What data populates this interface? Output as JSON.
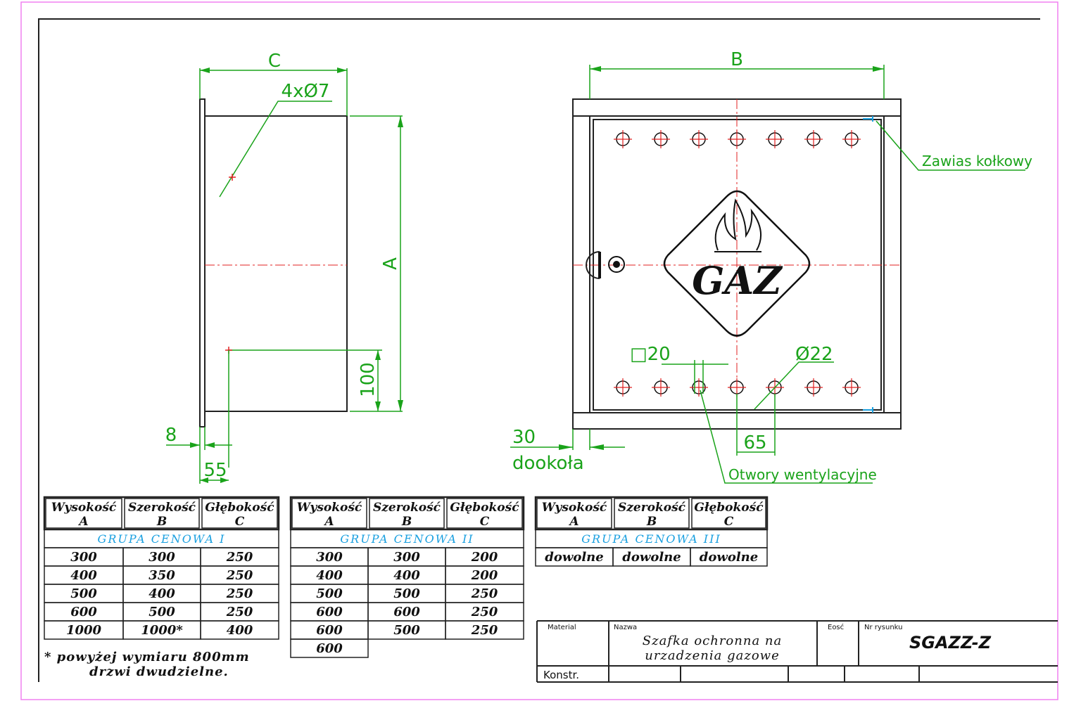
{
  "drawing": {
    "dim_c": "C",
    "holes_note": "4xØ7",
    "dim_a": "A",
    "dim_100": "100",
    "dim_8": "8",
    "dim_55": "55",
    "dim_b": "B",
    "hinge_label": "Zawias kołkowy",
    "square_20": "□20",
    "diameter_22": "Ø22",
    "dim_30": "30",
    "around_label": "dookoła",
    "dim_65": "65",
    "vents_label": "Otwory wentylacyjne",
    "gaz_logo": "GAZ"
  },
  "tables": [
    {
      "headers": [
        [
          "Wysokość",
          "A"
        ],
        [
          "Szerokość",
          "B"
        ],
        [
          "Głębokość",
          "C"
        ]
      ],
      "group": "GRUPA CENOWA I",
      "rows": [
        [
          "300",
          "300",
          "250"
        ],
        [
          "400",
          "350",
          "250"
        ],
        [
          "500",
          "400",
          "250"
        ],
        [
          "600",
          "500",
          "250"
        ],
        [
          "1000",
          "1000*",
          "400"
        ]
      ]
    },
    {
      "headers": [
        [
          "Wysokość",
          "A"
        ],
        [
          "Szerokość",
          "B"
        ],
        [
          "Głębokość",
          "C"
        ]
      ],
      "group": "GRUPA CENOWA II",
      "rows": [
        [
          "300",
          "300",
          "200"
        ],
        [
          "400",
          "400",
          "200"
        ],
        [
          "500",
          "500",
          "250"
        ],
        [
          "600",
          "600",
          "250"
        ],
        [
          "600",
          "500",
          "250"
        ],
        [
          "600"
        ]
      ]
    },
    {
      "headers": [
        [
          "Wysokość",
          "A"
        ],
        [
          "Szerokość",
          "B"
        ],
        [
          "Głębokość",
          "C"
        ]
      ],
      "group": "GRUPA CENOWA III",
      "rows": [
        [
          "dowolne",
          "dowolne",
          "dowolne"
        ]
      ]
    }
  ],
  "footnote": [
    "* powyżej wymiaru 800mm",
    "drzwi dwudzielne."
  ],
  "title_block": {
    "material_label": "Material",
    "name_label": "Nazwa",
    "name_line1": "Szafka ochronna na",
    "name_line2": "urzadzenia gazowe",
    "scale_label": "Eosć",
    "drawing_no_label": "Nr rysunku",
    "drawing_no": "SGAZZ-Z",
    "constr_label": "Konstr."
  }
}
